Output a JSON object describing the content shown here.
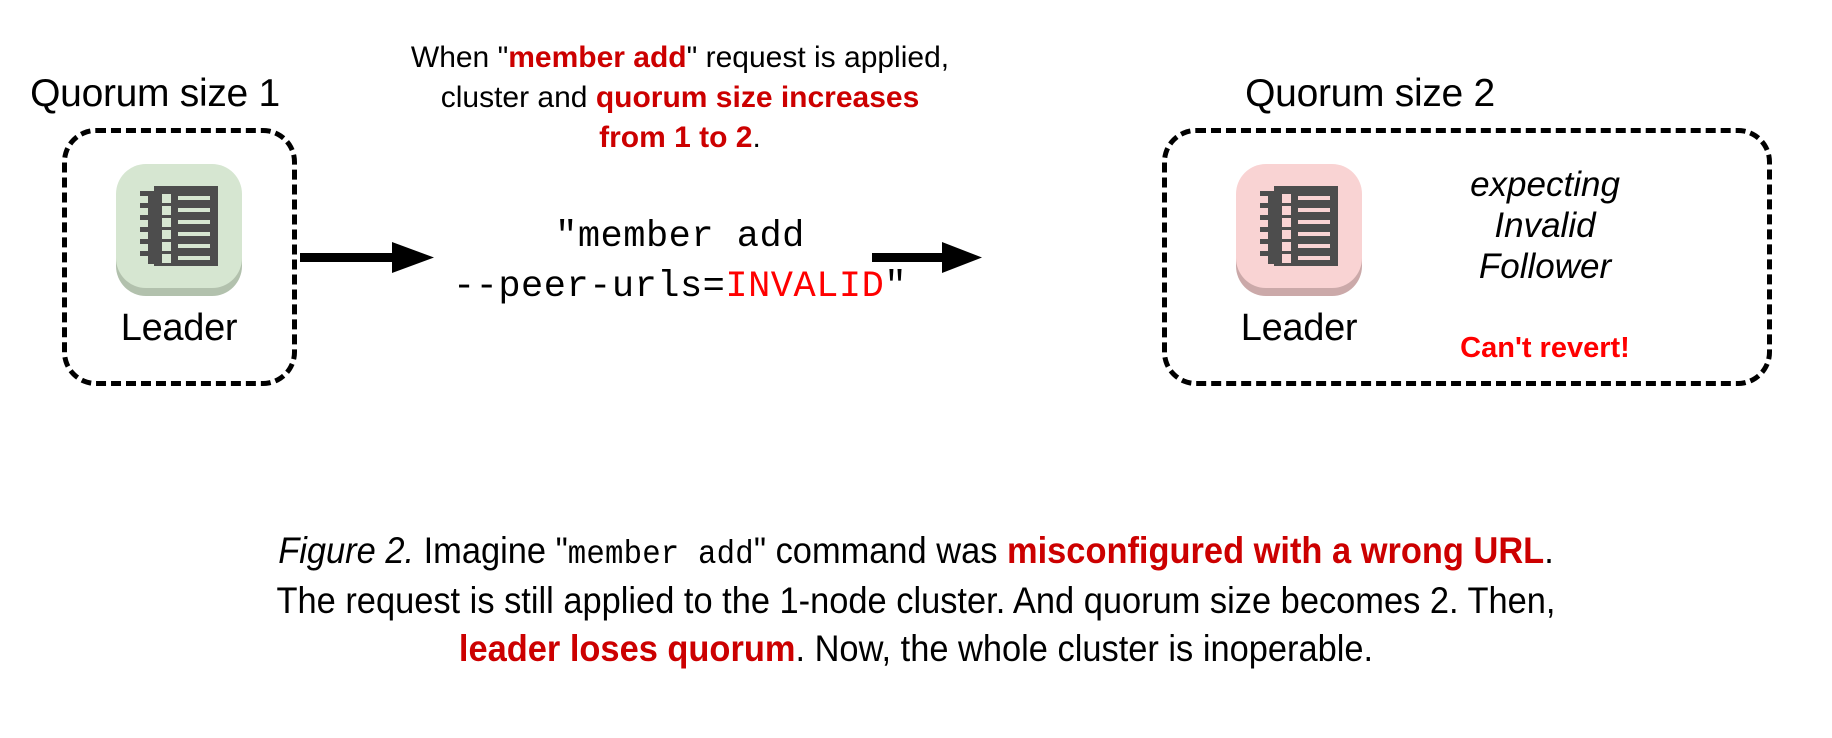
{
  "figure": {
    "left_cluster": {
      "title": "Quorum size 1",
      "node": {
        "label": "Leader",
        "icon": "server-rack-icon",
        "icon_bg": "#d6e6d1",
        "icon_shadow": "#b2c1ad",
        "icon_fg": "#4d4d4d"
      }
    },
    "right_cluster": {
      "title": "Quorum size 2",
      "node": {
        "label": "Leader",
        "icon": "server-rack-icon",
        "icon_bg": "#f9d3d3",
        "icon_shadow": "#cba9a9",
        "icon_fg": "#4d4d4d"
      },
      "note_lines": [
        "expecting",
        "Invalid",
        "Follower"
      ],
      "alert": "Can't revert!"
    },
    "annotation": {
      "line1_a": "When \"",
      "line1_b": "member add",
      "line1_c": "\" request is applied,",
      "line2_a": "cluster and ",
      "line2_b": "quorum size increases",
      "line3_b": "from 1 to 2",
      "line3_c": "."
    },
    "command": {
      "line1": "\"member add",
      "line2_a": "--peer-urls=",
      "line2_b": "INVALID",
      "line2_c": "\""
    },
    "arrows": {
      "left_arrow": "arrow-right-icon",
      "right_arrow": "arrow-right-icon"
    },
    "caption": {
      "fig_label": "Figure 2.",
      "seg1": " Imagine \"",
      "seg2_mono": "member add",
      "seg3": "\" command was ",
      "seg4_red": "misconfigured with a wrong URL",
      "seg5": ".",
      "line2": "The request is still applied to the 1-node cluster. And quorum size becomes 2. Then,",
      "line3_red": "leader loses quorum",
      "line3_rest": ". Now, the whole cluster is inoperable."
    },
    "colors": {
      "accent_red": "#CC0000",
      "bright_red": "#FF0000",
      "ink": "#000000",
      "background": "#FFFFFF"
    }
  }
}
